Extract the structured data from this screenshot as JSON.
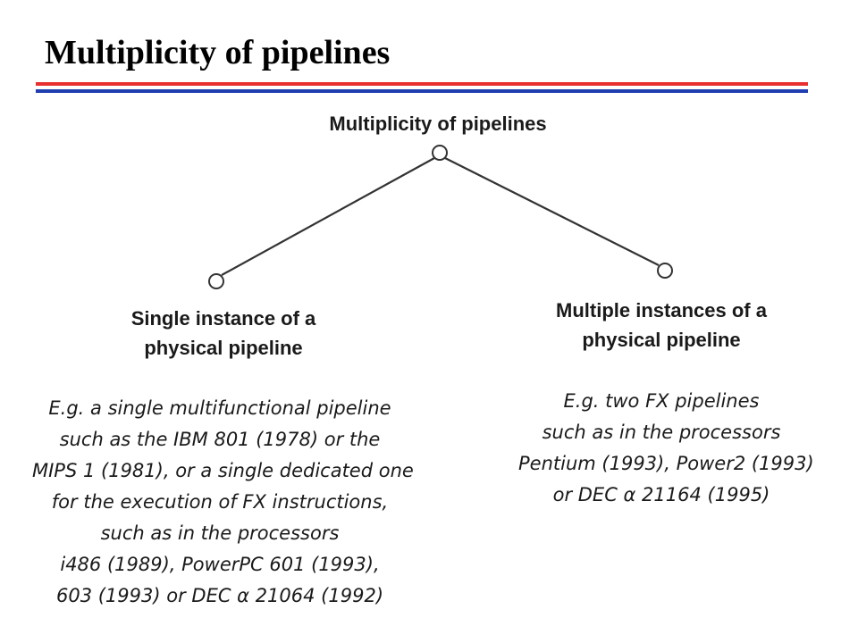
{
  "slide": {
    "title": "Multiplicity of pipelines"
  },
  "colors": {
    "rule_red": "#e8312f",
    "rule_blue": "#1f3fb0",
    "diagram_line": "#333333"
  },
  "diagram": {
    "root": {
      "label": "Multiplicity of pipelines"
    },
    "left": {
      "label_lines": [
        "Single instance of a",
        "physical pipeline"
      ],
      "example_lines": [
        "E.g. a single multifunctional pipeline",
        "such as the IBM 801 (1978) or the",
        "MIPS 1 (1981), or a single dedicated one",
        "for the execution of FX instructions,",
        "such as in the processors",
        "i486 (1989), PowerPC 601 (1993),",
        "603 (1993) or DEC α 21064 (1992)"
      ]
    },
    "right": {
      "label_lines": [
        "Multiple instances of a",
        "physical pipeline"
      ],
      "example_lines": [
        "E.g. two FX pipelines",
        "such as in the processors",
        "Pentium (1993), Power2 (1993)",
        "or DEC α 21164 (1995)"
      ]
    }
  }
}
